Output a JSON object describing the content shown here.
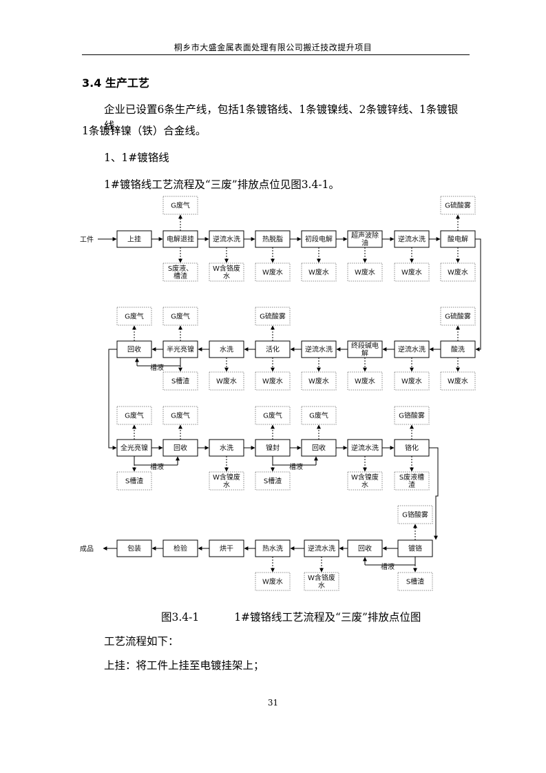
{
  "header": {
    "title": "桐乡市大盛金属表面处理有限公司搬迁技改提升项目"
  },
  "section": {
    "title": "3.4  生产工艺"
  },
  "body": {
    "p1_line1": "企业已设置6条生产线，包括1条镀铬线、1条镀镍线、2条镀锌线、1条镀银线、",
    "p1_line2": "1条镀锌镍（铁）合金线。",
    "p2": "1、1#镀铬线",
    "p3": "1#镀铬线工艺流程及“三废”排放点位见图3.4-1。",
    "p4": "工艺流程如下：",
    "p5": "上挂：将工件上挂至电镀挂架上；"
  },
  "figure": {
    "number": "图3.4-1",
    "title": "1#镀铬线工艺流程及“三废”排放点位图",
    "input_label": "工件",
    "output_label": "成品",
    "row1": {
      "steps": [
        "上挂",
        "电解退挂",
        "逆流水洗",
        "热脱脂",
        "初段电解",
        "超声波除油",
        "逆流水洗",
        "酸电解"
      ],
      "top": [
        "",
        "G废气",
        "",
        "",
        "",
        "",
        "",
        "G硫酸雾"
      ],
      "bottom": [
        "",
        "S废液、槽渣",
        "W含铬废水",
        "W废水",
        "W废水",
        "W废水",
        "W废水",
        "W废水"
      ]
    },
    "row2": {
      "steps": [
        "回收",
        "半光亮镍",
        "水洗",
        "活化",
        "逆流水洗",
        "终段碱电解",
        "逆流水洗",
        "酸洗"
      ],
      "top": [
        "G废气",
        "G废气",
        "",
        "G硫酸雾",
        "",
        "",
        "",
        "G硫酸雾"
      ],
      "bottom": [
        "",
        "S槽渣",
        "W废水",
        "W废水",
        "W废水",
        "W废水",
        "W废水",
        "W废水"
      ],
      "tank_label": "槽液"
    },
    "row3": {
      "steps": [
        "全光亮镍",
        "回收",
        "水洗",
        "镍封",
        "回收",
        "逆流水洗",
        "铬化"
      ],
      "top": [
        "G废气",
        "G废气",
        "",
        "G废气",
        "G废气",
        "",
        "G铬酸雾"
      ],
      "bottom": [
        "S槽渣",
        "",
        "W含镍废水",
        "S槽渣",
        "",
        "W含镍废水",
        "S废液槽渣"
      ],
      "tank_label_1": "槽液",
      "tank_label_2": "槽液"
    },
    "row4": {
      "steps": [
        "包装",
        "检验",
        "烘干",
        "热水洗",
        "逆流水洗",
        "回收",
        "镀铬"
      ],
      "top": [
        "",
        "",
        "",
        "",
        "",
        "",
        "G铬酸雾"
      ],
      "bottom": [
        "",
        "",
        "",
        "W废水",
        "W含铬废水",
        "",
        "S槽渣"
      ],
      "tank_label": "槽液"
    }
  },
  "page_number": "31"
}
